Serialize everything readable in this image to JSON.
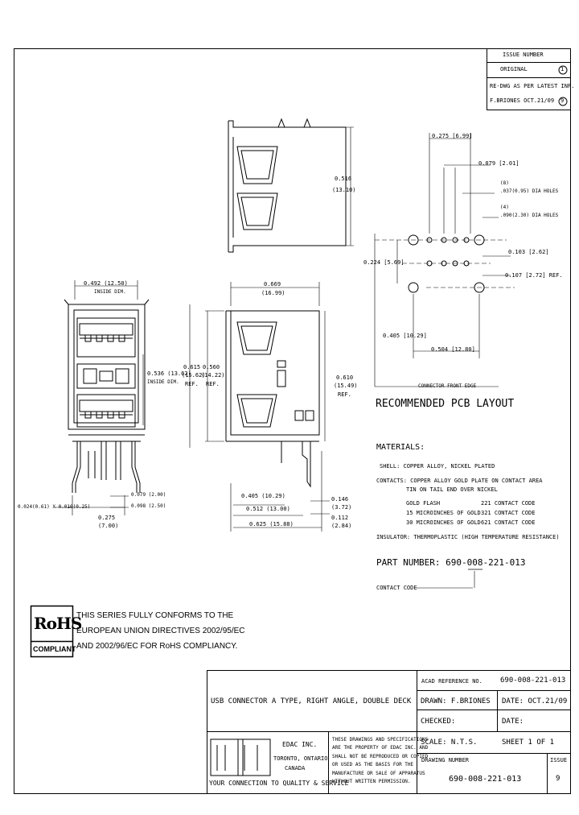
{
  "revision": {
    "header": "ISSUE NUMBER",
    "row1_text": "ORIGINAL",
    "row1_num": "1",
    "row2_line1": "RE-DWG AS PER LATEST INF.",
    "row2_line2": "F.BRIONES  OCT.21/09",
    "row2_num": "9"
  },
  "top_view": {
    "dim_height": "0.516",
    "dim_height_mm": "(13.10)"
  },
  "front_view": {
    "dim_width": "0.492 (12.50)",
    "dim_width_note": "INSIDE DIM.",
    "dim_inner": "0.536 (13.62)",
    "dim_inner_note": "INSIDE DIM.",
    "dim_pitch_a": "0.024(0.61) X 0.010(0.25)",
    "dim_b": "0.079 (2.00)",
    "dim_c": "0.098 (2.50)",
    "dim_d": "0.275",
    "dim_d_mm": "(7.00)"
  },
  "side_view": {
    "dim_depth": "0.669",
    "dim_depth_mm": "(16.99)",
    "dim_615": "0.615",
    "dim_615_mm": "(15.62)",
    "dim_615_ref": "REF.",
    "dim_560": "0.560",
    "dim_560_mm": "(14.22)",
    "dim_560_ref": "REF.",
    "dim_610": "0.610",
    "dim_610_mm": "(15.49)",
    "dim_610_ref": "REF.",
    "dim_405": "0.405 (10.29)",
    "dim_512": "0.512 (13.00)",
    "dim_625": "0.625 (15.88)",
    "dim_146": "0.146",
    "dim_146_mm": "(3.72)",
    "dim_112": "0.112",
    "dim_112_mm": "(2.84)"
  },
  "pcb": {
    "dim_275": "0.275 [6.99]",
    "dim_079": "0.079 [2.01]",
    "holes_8_count": "(8)",
    "holes_8": ".037(0.95) DIA HOLES",
    "holes_4_count": "(4)",
    "holes_4": ".090(2.30) DIA HOLES",
    "dim_103": "0.103 [2.62]",
    "dim_224": "0.224 [5.69]",
    "dim_107": "0.107 [2.72] REF.",
    "dim_405": "0.405 [10.29]",
    "dim_504": "0.504 [12.80]",
    "front_edge": "CONNECTOR FRONT EDGE",
    "title": "RECOMMENDED PCB LAYOUT"
  },
  "materials": {
    "title": "MATERIALS:",
    "shell": "SHELL: COPPER ALLOY, NICKEL PLATED",
    "contacts_1": "CONTACTS: COPPER ALLOY GOLD PLATE ON CONTACT AREA",
    "contacts_2": "TIN ON TAIL END OVER NICKEL",
    "codes": [
      {
        "finish": "GOLD FLASH",
        "code": "221 CONTACT CODE"
      },
      {
        "finish": "15 MICROINCHES OF GOLD",
        "code": "321 CONTACT CODE"
      },
      {
        "finish": "30 MICROINCHES OF GOLD",
        "code": "621 CONTACT CODE"
      }
    ],
    "insulator": "INSULATOR: THERMOPLASTIC (HIGH TEMPERATURE RESISTANCE)"
  },
  "part": {
    "label": "PART NUMBER:",
    "prefix": "690-008-",
    "code": "221",
    "suffix": "-013",
    "contact_code_label": "CONTACT CODE"
  },
  "rohs": {
    "logo_text": "RoHS",
    "logo_sub": "COMPLIANT",
    "line1": "THIS SERIES FULLY CONFORMS TO THE",
    "line2": "EUROPEAN UNION DIRECTIVES 2002/95/EC",
    "line3": "AND 2002/96/EC FOR RoHS COMPLIANCY."
  },
  "title_block": {
    "description": "USB CONNECTOR A TYPE, RIGHT ANGLE, DOUBLE DECK",
    "acad_label": "ACAD REFERENCE NO.",
    "acad_value": "690-008-221-013",
    "drawn": "DRAWN: F.BRIONES",
    "date1": "DATE: OCT.21/09",
    "checked": "CHECKED:",
    "date2": "DATE:",
    "scale": "SCALE: N.T.S.",
    "sheet": "SHEET  1  OF  1",
    "drawing_number_label": "DRAWING NUMBER",
    "drawing_number": "690-008-221-013",
    "issue_label": "ISSUE",
    "issue_value": "9",
    "company_logo": "EDAC",
    "company_name": "EDAC INC.",
    "company_city": "TORONTO, ONTARIO",
    "company_country": "CANADA",
    "slogan": "YOUR CONNECTION TO QUALITY & SERVICE",
    "notice": [
      "THESE DRAWINGS AND SPECIFICATIONS",
      "ARE THE PROPERTY OF EDAC INC. AND",
      "SHALL NOT BE REPRODUCED OR COPIED",
      "OR USED AS THE BASIS FOR THE",
      "MANUFACTURE OR SALE OF APPARATUS",
      "WITHOUT WRITTEN PERMISSION."
    ]
  }
}
